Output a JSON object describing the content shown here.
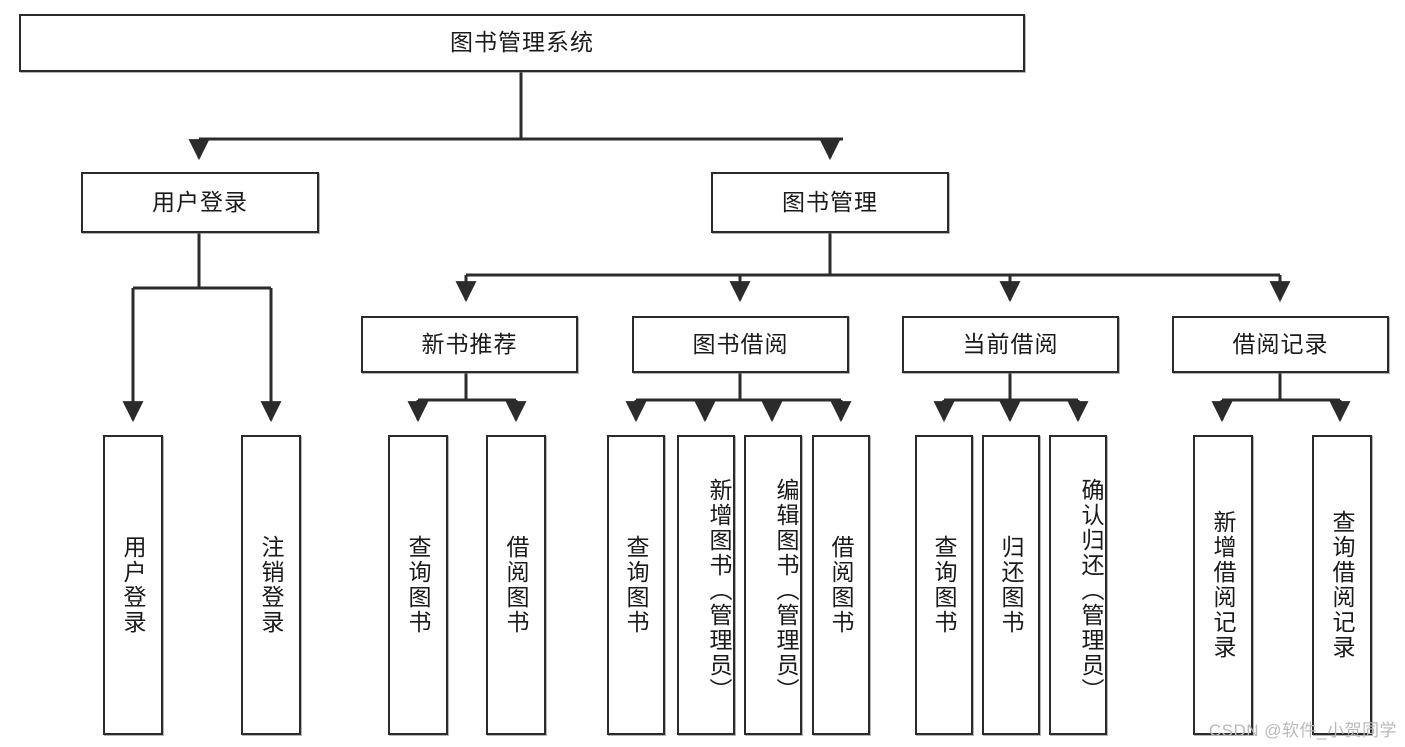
{
  "diagram": {
    "title": "图书管理系统",
    "type": "hierarchy-tree",
    "watermark": "CSDN @软件_小贺同学",
    "colors": {
      "background": "#ffffff",
      "box_border": "#2b2b2b",
      "box_fill": "#ffffff",
      "text": "#1a1a1a",
      "connector": "#2b2b2b",
      "watermark_text": "#b9b9b9"
    },
    "nodes": {
      "root": {
        "label": "图书管理系统",
        "level": 0,
        "orientation": "horizontal"
      },
      "level1": [
        {
          "id": "user-login",
          "label": "用户登录",
          "orientation": "horizontal"
        },
        {
          "id": "book-management",
          "label": "图书管理",
          "orientation": "horizontal"
        }
      ],
      "level2": [
        {
          "id": "new-book-recommend",
          "label": "新书推荐",
          "orientation": "horizontal",
          "parent": "book-management"
        },
        {
          "id": "book-borrow",
          "label": "图书借阅",
          "orientation": "horizontal",
          "parent": "book-management"
        },
        {
          "id": "current-borrow",
          "label": "当前借阅",
          "orientation": "horizontal",
          "parent": "book-management"
        },
        {
          "id": "borrow-record",
          "label": "借阅记录",
          "orientation": "horizontal",
          "parent": "book-management"
        }
      ],
      "leaves": [
        {
          "id": "leaf-user-login",
          "label": "用户登录",
          "orientation": "vertical",
          "parent": "user-login"
        },
        {
          "id": "leaf-logout",
          "label": "注销登录",
          "orientation": "vertical",
          "parent": "user-login"
        },
        {
          "id": "leaf-query-book-1",
          "label": "查询图书",
          "orientation": "vertical",
          "parent": "new-book-recommend"
        },
        {
          "id": "leaf-borrow-book-1",
          "label": "借阅图书",
          "orientation": "vertical",
          "parent": "new-book-recommend"
        },
        {
          "id": "leaf-query-book-2",
          "label": "查询图书",
          "orientation": "vertical",
          "parent": "book-borrow"
        },
        {
          "id": "leaf-add-book",
          "label": "新增图书（管理员）",
          "orientation": "vertical",
          "parent": "book-borrow"
        },
        {
          "id": "leaf-edit-book",
          "label": "编辑图书（管理员）",
          "orientation": "vertical",
          "parent": "book-borrow"
        },
        {
          "id": "leaf-borrow-book-2",
          "label": "借阅图书",
          "orientation": "vertical",
          "parent": "book-borrow"
        },
        {
          "id": "leaf-query-book-3",
          "label": "查询图书",
          "orientation": "vertical",
          "parent": "current-borrow"
        },
        {
          "id": "leaf-return-book",
          "label": "归还图书",
          "orientation": "vertical",
          "parent": "current-borrow"
        },
        {
          "id": "leaf-confirm-return",
          "label": "确认归还（管理员）",
          "orientation": "vertical",
          "parent": "current-borrow"
        },
        {
          "id": "leaf-add-record",
          "label": "新增借阅记录",
          "orientation": "vertical",
          "parent": "borrow-record"
        },
        {
          "id": "leaf-query-record",
          "label": "查询借阅记录",
          "orientation": "vertical",
          "parent": "borrow-record"
        }
      ]
    }
  }
}
